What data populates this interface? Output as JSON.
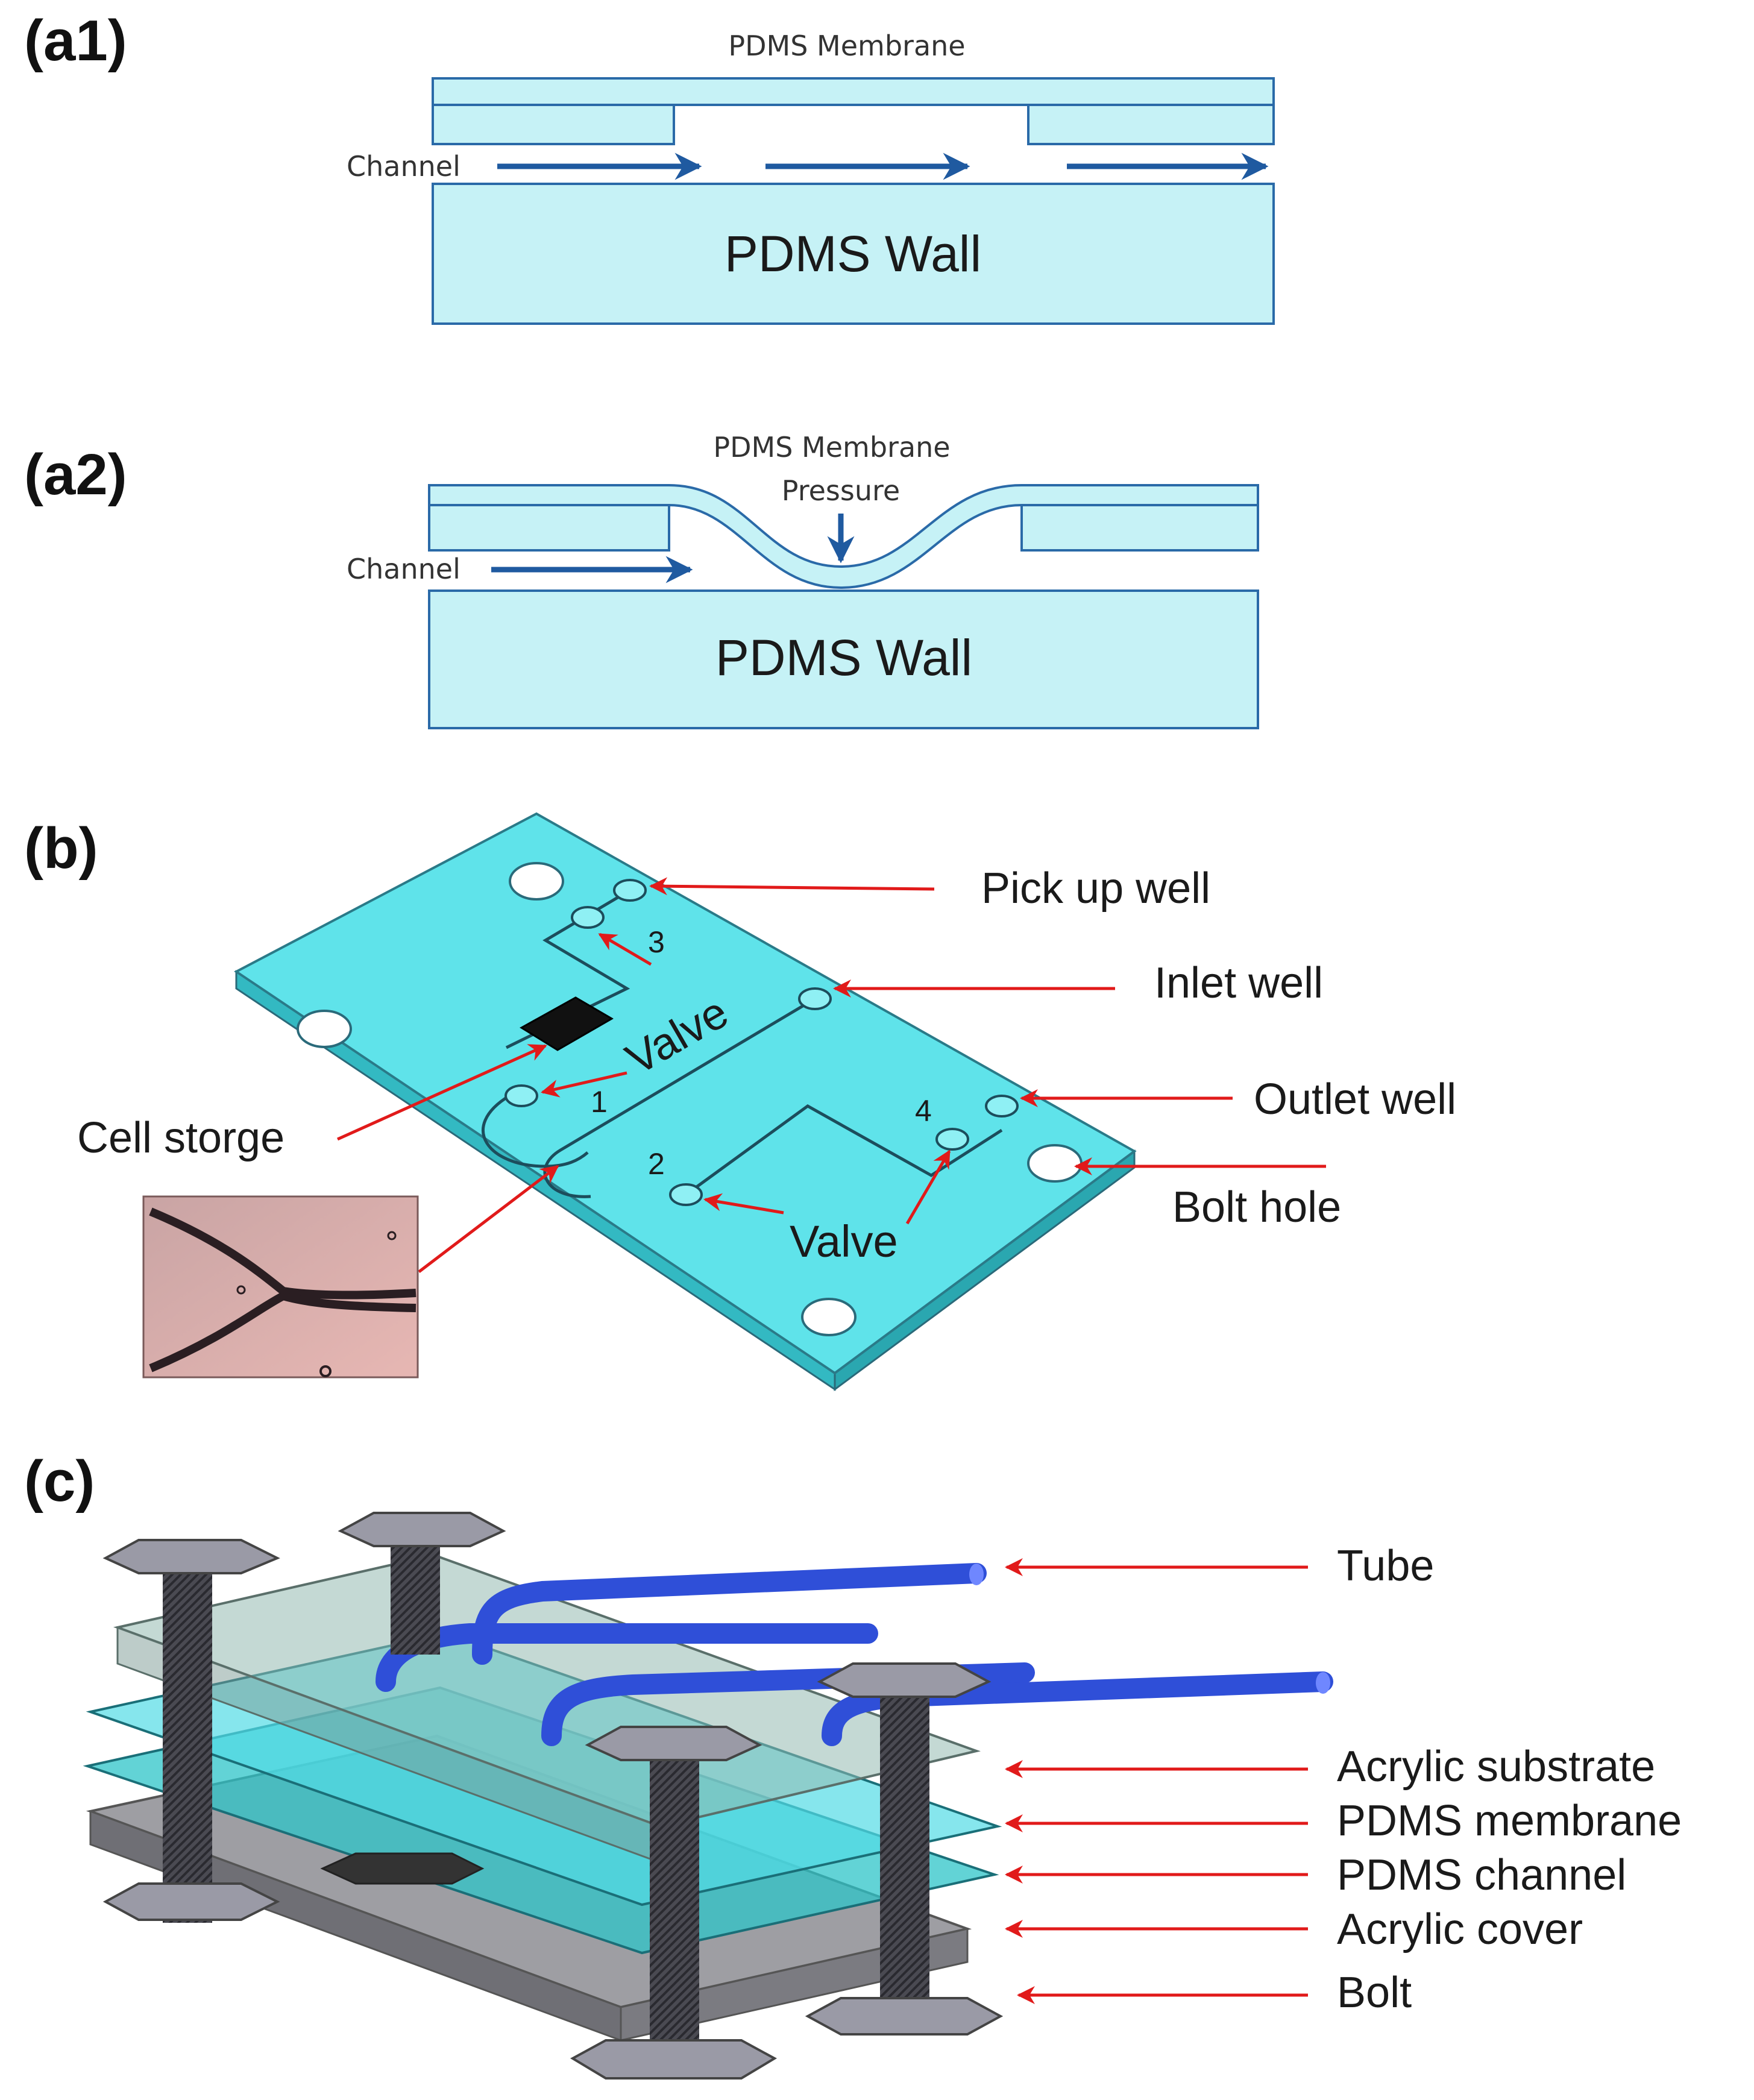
{
  "panels": {
    "a1": "(a1)",
    "a2": "(a2)",
    "b": "(b)",
    "c": "(c)"
  },
  "a1": {
    "membrane_label": "PDMS Membrane",
    "channel_label": "Channel",
    "wall_label": "PDMS Wall"
  },
  "a2": {
    "membrane_label": "PDMS Membrane",
    "pressure_label": "Pressure",
    "channel_label": "Channel",
    "wall_label": "PDMS Wall"
  },
  "b": {
    "pick_up_well": "Pick up well",
    "inlet_well": "Inlet well",
    "outlet_well": "Outlet well",
    "bolt_hole": "Bolt hole",
    "cell_storage": "Cell storge",
    "valve_top": "Valve",
    "valve_bottom": "Valve",
    "valve_numbers": [
      "1",
      "2",
      "3",
      "4"
    ]
  },
  "c": {
    "tube": "Tube",
    "acrylic_substrate": "Acrylic substrate",
    "pdms_membrane": "PDMS membrane",
    "pdms_channel": "PDMS channel",
    "acrylic_cover": "Acrylic cover",
    "bolt": "Bolt"
  },
  "colors": {
    "pdms": "#c6f2f6",
    "pdms_stroke": "#2a6aa8",
    "flow_arrow": "#1f5aa0",
    "leader_arrow": "#e11a1a",
    "chip": "#5fe3ea",
    "tube": "#2f4fd8",
    "bolt": "#9a9aa6"
  }
}
